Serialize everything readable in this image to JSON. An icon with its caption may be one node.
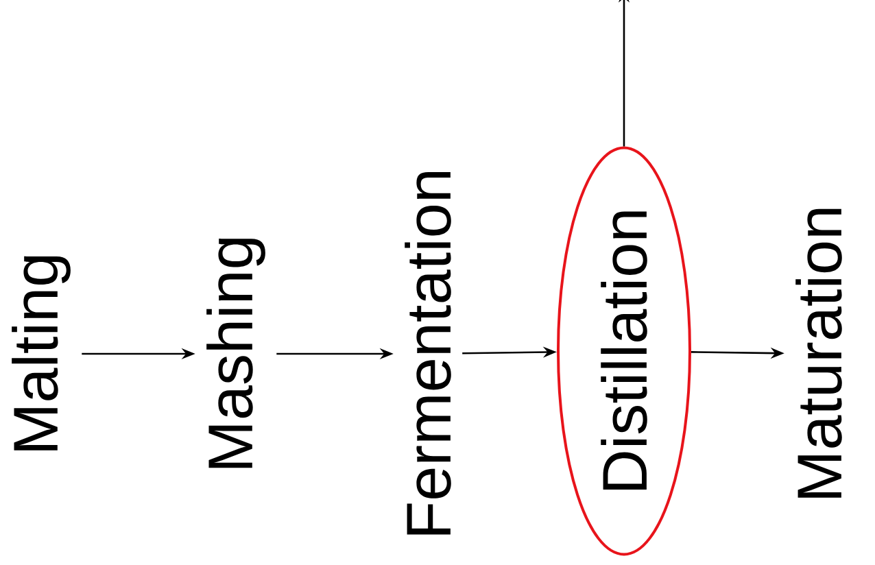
{
  "diagram": {
    "nodes": [
      {
        "text": [
          "Malting"
        ]
      },
      {
        "text": [
          "Mashing"
        ]
      },
      {
        "text": [
          "Fermentation"
        ]
      },
      {
        "text": [
          "Distillation"
        ]
      },
      {
        "text": [
          "Maturation"
        ]
      }
    ],
    "edges": [
      {
        "from": 0,
        "to": 1,
        "arrow": "to"
      },
      {
        "from": 1,
        "to": 2,
        "arrow": "to"
      },
      {
        "from": 2,
        "to": 3,
        "arrow": "to"
      },
      {
        "from": 3,
        "to": 4,
        "arrow": "to"
      },
      {
        "from": 3,
        "to": null,
        "arrow": "to"
      }
    ]
  }
}
